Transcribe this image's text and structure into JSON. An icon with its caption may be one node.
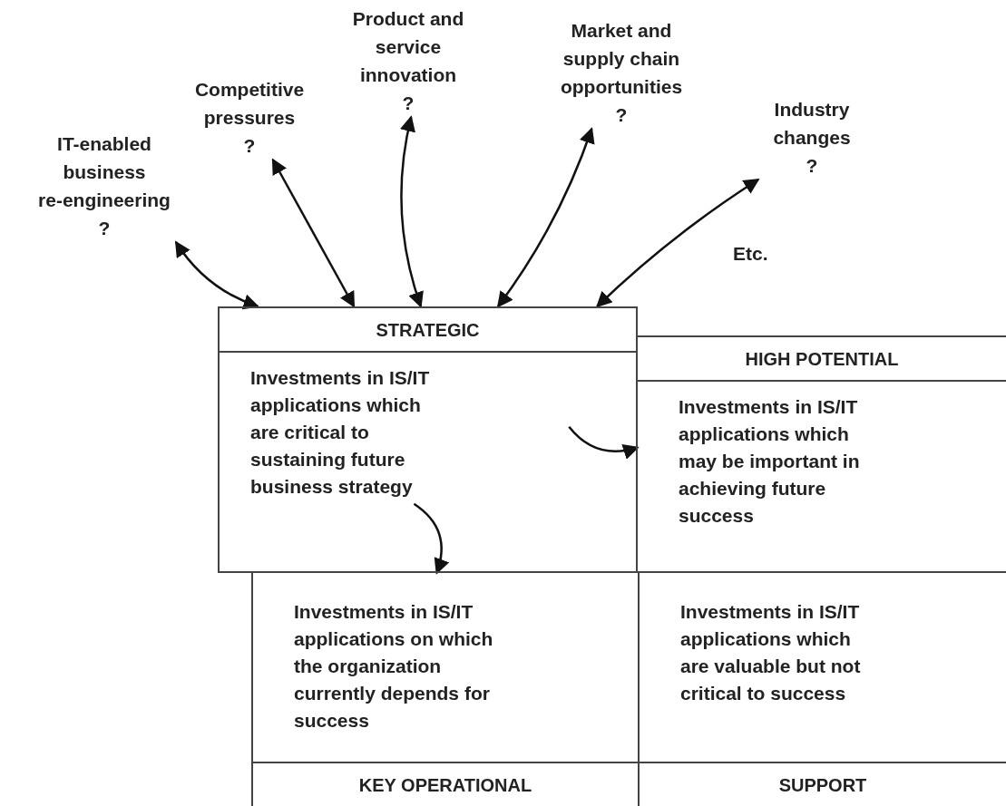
{
  "diagram": {
    "nodes": [
      {
        "text": [
          "IT-enabled business re-engineering",
          "?"
        ]
      },
      {
        "text": [
          "Competitive pressures",
          "?"
        ]
      },
      {
        "text": [
          "Product and service innovation",
          "?"
        ]
      },
      {
        "text": [
          "Market and supply chain opportunities",
          "?"
        ]
      },
      {
        "text": [
          "Industry changes",
          "?"
        ]
      },
      {
        "text": [
          "STRATEGIC",
          "Investments in IS/IT applications which are critical to sustaining future business strategy"
        ]
      },
      {
        "text": [
          "HIGH POTENTIAL",
          "Investments in IS/IT applications which may be important in achieving future success"
        ]
      },
      {
        "text": [
          "Investments in IS/IT applications on which the organization currently depends for success",
          "KEY OPERATIONAL"
        ]
      },
      {
        "text": [
          "Investments in IS/IT applications which are valuable but not critical to success",
          "SUPPORT"
        ]
      }
    ],
    "edges": [
      {
        "from": 0,
        "to": 5,
        "arrow": "both"
      },
      {
        "from": 1,
        "to": 5,
        "arrow": "both"
      },
      {
        "from": 2,
        "to": 5,
        "arrow": "both"
      },
      {
        "from": 3,
        "to": 5,
        "arrow": "both"
      },
      {
        "from": 4,
        "to": 5,
        "arrow": "both"
      },
      {
        "from": 5,
        "to": 6,
        "arrow": "to"
      },
      {
        "from": 5,
        "to": 7,
        "arrow": "to"
      }
    ],
    "labels": [
      "Etc."
    ]
  }
}
